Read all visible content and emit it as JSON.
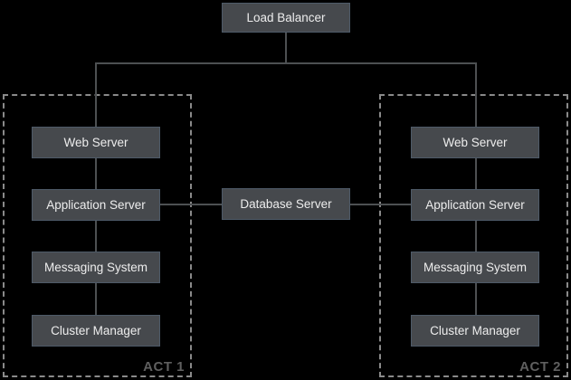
{
  "diagram": {
    "nodes": {
      "load_balancer": "Load Balancer",
      "database_server": "Database Server"
    },
    "clusters": {
      "act1": {
        "label": "ACT 1",
        "nodes": {
          "web_server": "Web Server",
          "application_server": "Application Server",
          "messaging_system": "Messaging System",
          "cluster_manager": "Cluster Manager"
        }
      },
      "act2": {
        "label": "ACT 2",
        "nodes": {
          "web_server": "Web Server",
          "application_server": "Application Server",
          "messaging_system": "Messaging System",
          "cluster_manager": "Cluster Manager"
        }
      }
    },
    "colors": {
      "background": "#000000",
      "node_fill": "#46494d",
      "node_border": "#4e5a68",
      "node_text": "#ededed",
      "connector": "#4d5052",
      "cluster_border": "#8a8a8a",
      "cluster_label": "#5f5f5f"
    }
  }
}
